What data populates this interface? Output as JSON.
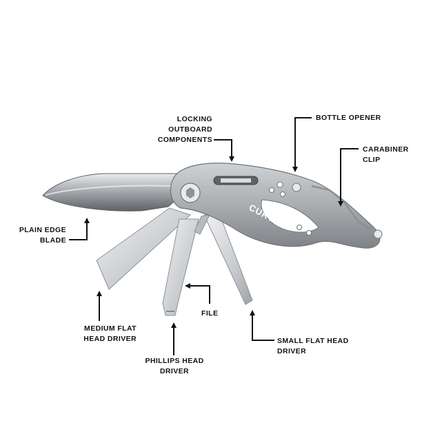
{
  "labels": {
    "locking": "LOCKING\nOUTBOARD\nCOMPONENTS",
    "bottle_opener": "BOTTLE OPENER",
    "carabiner": "CARABINER\nCLIP",
    "plain_edge": "PLAIN EDGE\nBLADE",
    "file": "FILE",
    "medium_flat": "MEDIUM FLAT\nHEAD DRIVER",
    "phillips": "PHILLIPS HEAD\nDRIVER",
    "small_flat": "SMALL FLAT HEAD\nDRIVER"
  },
  "brand_text": "CURVE",
  "colors": {
    "label": "#111111",
    "frame": "#a9adb0",
    "blade": "#d6d8da",
    "blade_dark": "#7d8185"
  }
}
